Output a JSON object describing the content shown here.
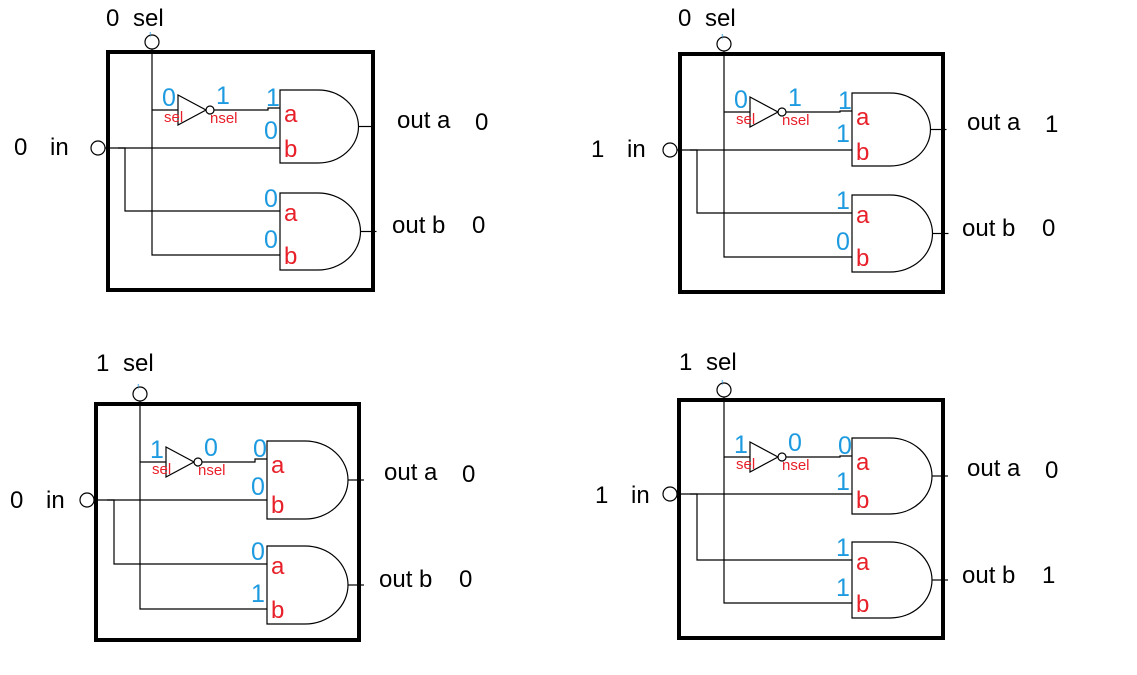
{
  "panels": [
    {
      "sel_value": "0",
      "sel_label": "sel",
      "in_value": "0",
      "in_label": "in",
      "not_in": "0",
      "not_out": "1",
      "not_in_label": "sel",
      "not_out_label": "nsel",
      "and1_a": "1",
      "and1_b": "0",
      "and2_a": "0",
      "and2_b": "0",
      "pin_a": "a",
      "pin_b": "b",
      "out_a_label": "out a",
      "out_a_value": "0",
      "out_b_label": "out b",
      "out_b_value": "0"
    },
    {
      "sel_value": "0",
      "sel_label": "sel",
      "in_value": "1",
      "in_label": "in",
      "not_in": "0",
      "not_out": "1",
      "not_in_label": "sel",
      "not_out_label": "nsel",
      "and1_a": "1",
      "and1_b": "1",
      "and2_a": "1",
      "and2_b": "0",
      "pin_a": "a",
      "pin_b": "b",
      "out_a_label": "out a",
      "out_a_value": "1",
      "out_b_label": "out b",
      "out_b_value": "0"
    },
    {
      "sel_value": "1",
      "sel_label": "sel",
      "in_value": "0",
      "in_label": "in",
      "not_in": "1",
      "not_out": "0",
      "not_in_label": "sel",
      "not_out_label": "nsel",
      "and1_a": "0",
      "and1_b": "0",
      "and2_a": "0",
      "and2_b": "1",
      "pin_a": "a",
      "pin_b": "b",
      "out_a_label": "out a",
      "out_a_value": "0",
      "out_b_label": "out b",
      "out_b_value": "0"
    },
    {
      "sel_value": "1",
      "sel_label": "sel",
      "in_value": "1",
      "in_label": "in",
      "not_in": "1",
      "not_out": "0",
      "not_in_label": "sel",
      "not_out_label": "nsel",
      "and1_a": "0",
      "and1_b": "1",
      "and2_a": "1",
      "and2_b": "1",
      "pin_a": "a",
      "pin_b": "b",
      "out_a_label": "out a",
      "out_a_value": "0",
      "out_b_label": "out b",
      "out_b_value": "1"
    }
  ],
  "colors": {
    "value_blue": "#1e9be0",
    "pin_red": "#e8202a",
    "line": "#000000"
  }
}
